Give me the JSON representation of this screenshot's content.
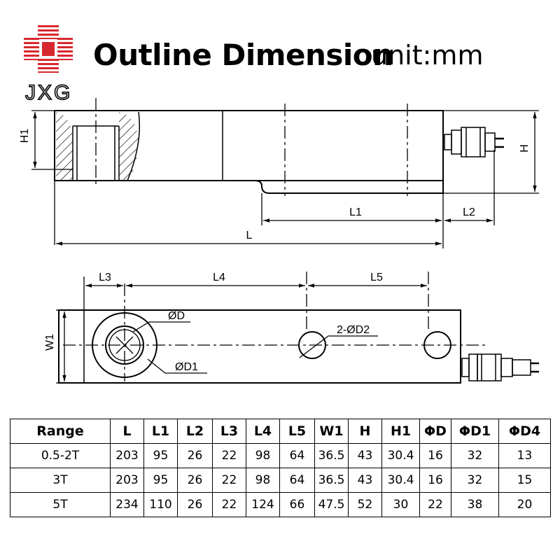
{
  "header": {
    "title": "Outline Dimension",
    "unit": "unit:mm",
    "logo_text": "JXG",
    "logo_color": "#d7282f"
  },
  "drawing": {
    "side_view": {
      "labels": {
        "H1": "H1",
        "H": "H",
        "L1": "L1",
        "L2": "L2",
        "L": "L"
      }
    },
    "top_view": {
      "labels": {
        "L3": "L3",
        "L4": "L4",
        "L5": "L5",
        "W1": "W1",
        "D": "ØD",
        "D1": "ØD1",
        "D2": "2-ØD2"
      }
    }
  },
  "table": {
    "headers": [
      "Range",
      "L",
      "L1",
      "L2",
      "L3",
      "L4",
      "L5",
      "W1",
      "H",
      "H1",
      "ΦD",
      "ΦD1",
      "ΦD4"
    ],
    "rows": [
      [
        "0.5-2T",
        "203",
        "95",
        "26",
        "22",
        "98",
        "64",
        "36.5",
        "43",
        "30.4",
        "16",
        "32",
        "13"
      ],
      [
        "3T",
        "203",
        "95",
        "26",
        "22",
        "98",
        "64",
        "36.5",
        "43",
        "30.4",
        "16",
        "32",
        "15"
      ],
      [
        "5T",
        "234",
        "110",
        "26",
        "22",
        "124",
        "66",
        "47.5",
        "52",
        "30",
        "22",
        "38",
        "20"
      ]
    ]
  }
}
